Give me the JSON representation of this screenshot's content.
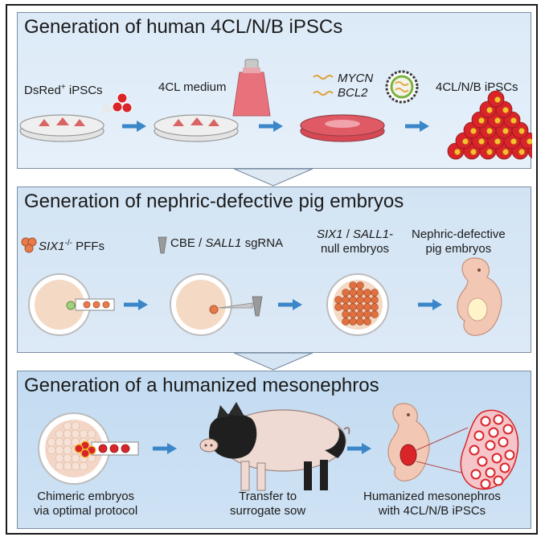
{
  "panels": [
    {
      "title": "Generation of human 4CL/N/B iPSCs",
      "steps": [
        {
          "text": "DsRed",
          "sup": "+",
          "text2": " iPSCs"
        },
        {
          "text": "4CL medium"
        },
        {
          "gene1": "MYCN",
          "gene2": "BCL2"
        },
        {
          "text": "4CL/N/B iPSCs"
        }
      ]
    },
    {
      "title": "Generation of nephric-defective pig embryos",
      "steps": [
        {
          "gene": "SIX1",
          "sup": "-/-",
          "text": " PFFs"
        },
        {
          "text": "CBE / ",
          "gene": "SALL1",
          "text2": " sgRNA"
        },
        {
          "gene1": "SIX1",
          "sep": " / ",
          "gene2": "SALL1",
          "suffix": "-",
          "line2": "null embryos"
        },
        {
          "line1": "Nephric-defective",
          "line2": "pig embryos"
        }
      ]
    },
    {
      "title": "Generation of a humanized mesonephros",
      "steps": [
        {
          "line1": "Chimeric embryos",
          "line2": "via optimal protocol"
        },
        {
          "line1": "Transfer to",
          "line2": "surrogate sow"
        },
        {
          "line1": "Humanized mesonephros",
          "line2": "with 4CL/N/B iPSCs"
        }
      ]
    }
  ],
  "colors": {
    "arrow": "#3a86c8",
    "cell_red": "#d9252a",
    "embryo_pink": "#f2c8b5",
    "dish": "#c9c9c9"
  },
  "icons": [
    "petri-dish-icon",
    "culture-flask-icon",
    "virus-icon",
    "cell-cluster-icon",
    "oocyte-icon",
    "micropipette-icon",
    "pipette-tube-icon",
    "blastocyst-icon",
    "embryo-icon",
    "pig-icon",
    "mesonephros-icon"
  ]
}
